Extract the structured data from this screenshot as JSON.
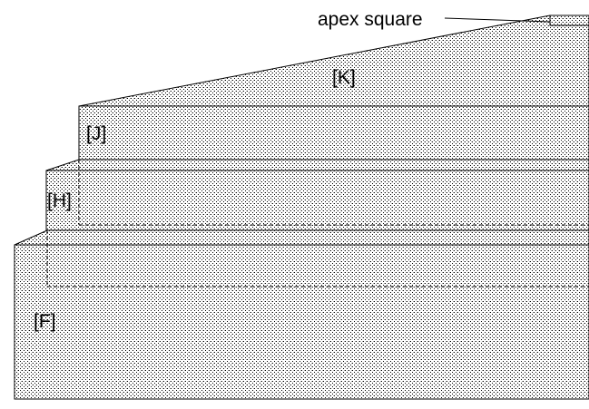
{
  "diagram": {
    "callout_label": "apex square",
    "tier_labels": {
      "F": "[F]",
      "H": "[H]",
      "J": "[J]",
      "K": "[K]"
    },
    "colors": {
      "stroke": "#000000",
      "stipple_background": "#ffffff",
      "stipple_dot": "#000000"
    }
  }
}
